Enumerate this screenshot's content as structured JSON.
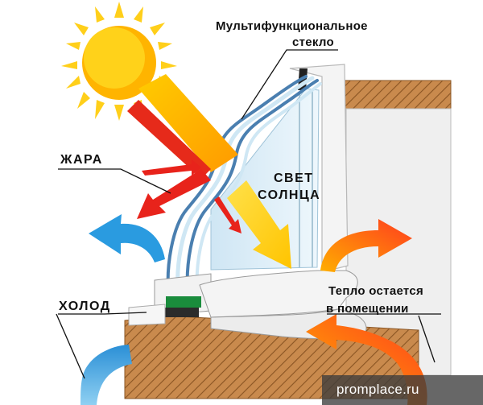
{
  "labels": {
    "glass_line1": "Мультифункциональное",
    "glass_line2": "стекло",
    "heat": "ЖАРА",
    "sunlight_line1": "СВЕТ",
    "sunlight_line2": "СОЛНЦА",
    "cold": "ХОЛОД",
    "warmth_line1": "Тепло остается",
    "warmth_line2": "в   помещении"
  },
  "watermark": "promplace.ru",
  "colors": {
    "sun": "#ffd21a",
    "sunlight_arrow": "#ffc400",
    "heat_arrow": "#e8231b",
    "cold_arrow": "#2a9be0",
    "warm_arrow": "#ff5a1e",
    "wall": "#c8874a",
    "frame": "#f2f2f2",
    "glass": "#d9ecf6"
  }
}
